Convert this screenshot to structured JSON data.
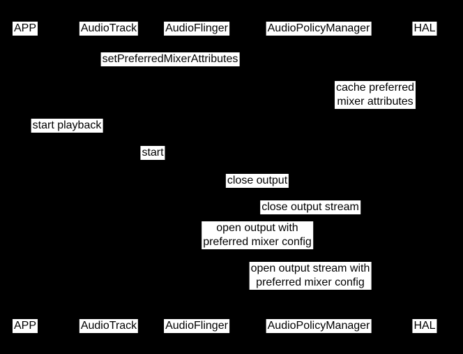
{
  "diagram": {
    "type": "sequence-diagram",
    "colors": {
      "background": "#000000",
      "label_background": "#ffffff",
      "label_text": "#000000"
    },
    "participants": [
      "APP",
      "AudioTrack",
      "AudioFlinger",
      "AudioPolicyManager",
      "HAL"
    ],
    "messages": [
      {
        "label": "setPreferredMixerAttributes",
        "from": "APP",
        "to": "AudioPolicyManager"
      },
      {
        "label": "cache preferred\nmixer attributes",
        "from": "AudioPolicyManager",
        "to": "HAL"
      },
      {
        "label": "start playback",
        "from": "APP",
        "to": "AudioTrack"
      },
      {
        "label": "start",
        "from": "AudioTrack",
        "to": "AudioFlinger"
      },
      {
        "label": "close output",
        "from": "AudioFlinger",
        "to": "AudioPolicyManager"
      },
      {
        "label": "close output stream",
        "from": "AudioFlinger",
        "to": "HAL"
      },
      {
        "label": "open output with\npreferred mixer config",
        "from": "AudioFlinger",
        "to": "AudioPolicyManager"
      },
      {
        "label": "open output stream with\npreferred mixer config",
        "from": "AudioFlinger",
        "to": "HAL"
      }
    ]
  }
}
